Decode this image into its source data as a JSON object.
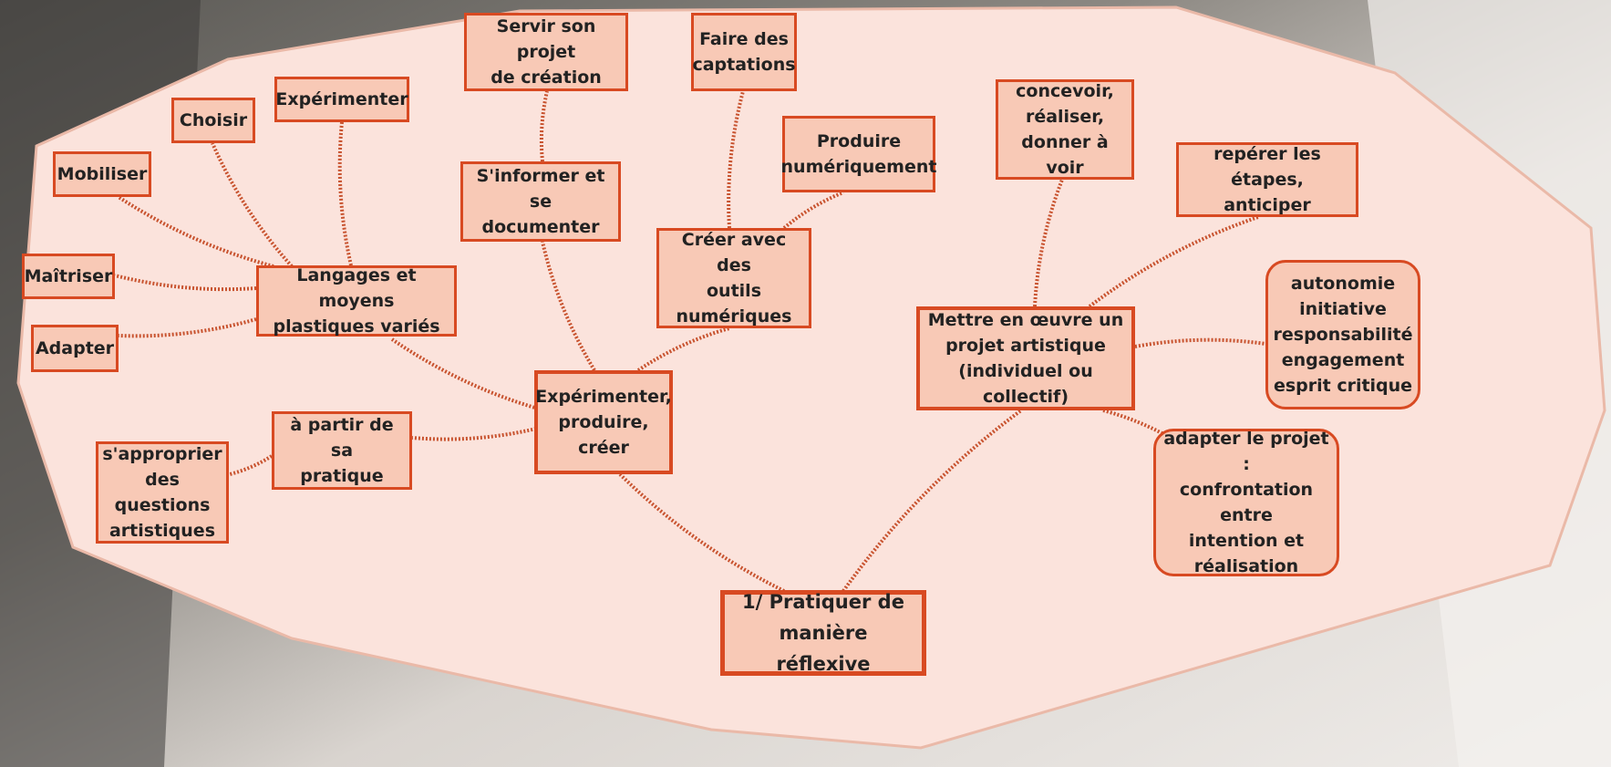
{
  "colors": {
    "node_fill": "#f8c9b6",
    "node_border": "#d84a22",
    "link": "#c8532f",
    "region_fill": "#fbe3dc",
    "text": "#222222"
  },
  "nodes": {
    "root": "1/ Pratiquer de\nmanière réflexive",
    "experimenter_produire": "Expérimenter,\nproduire,\ncréer",
    "langages": "Langages et moyens\nplastiques variés",
    "mobiliser": "Mobiliser",
    "choisir": "Choisir",
    "experimenter": "Expérimenter",
    "maitriser": "Maîtriser",
    "adapter": "Adapter",
    "servir": "Servir son projet\nde création",
    "sinformer": "S'informer et se\ndocumenter",
    "faire_captations": "Faire des\ncaptations",
    "produire_num": "Produire\nnumériquement",
    "creer_outils": "Créer avec des\noutils\nnumériques",
    "a_partir": "à partir de sa\npratique",
    "sapproprier": "s'approprier\ndes questions\nartistiques",
    "mettre_oeuvre": "Mettre en œuvre un\nprojet artistique\n(individuel ou collectif)",
    "concevoir": "concevoir,\nréaliser,\ndonner à voir",
    "reperer": "repérer les étapes,\nanticiper",
    "autonomie": "autonomie\ninitiative\nresponsabilité\nengagement\nesprit critique",
    "adapter_projet": "adapter le projet :\nconfrontation entre\nintention et\nréalisation"
  }
}
